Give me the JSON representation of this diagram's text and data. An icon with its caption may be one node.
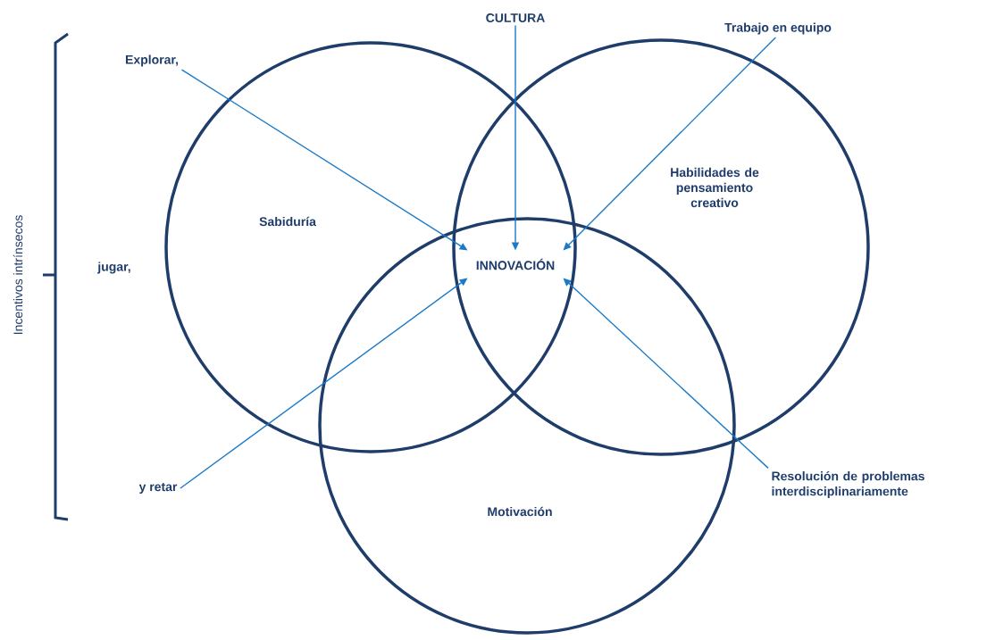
{
  "diagram": {
    "nodes": [
      {
        "text": [
          "CULTURA"
        ]
      },
      {
        "text": [
          "Trabajo en equipo"
        ]
      },
      {
        "text": [
          "Explorar,"
        ]
      },
      {
        "text": [
          "Sabiduría"
        ]
      },
      {
        "text": [
          "Habilidades de pensamiento creativo"
        ]
      },
      {
        "text": [
          "INNOVACIÓN"
        ]
      },
      {
        "text": [
          "y retar"
        ]
      },
      {
        "text": [
          "Resolución de problemas interdisciplinariamente"
        ]
      },
      {
        "text": [
          "Motivación"
        ]
      }
    ],
    "edges": [
      {
        "from": 2,
        "to": 5,
        "arrow": "to"
      },
      {
        "from": 0,
        "to": 5,
        "arrow": "to"
      },
      {
        "from": 1,
        "to": 5,
        "arrow": "to"
      },
      {
        "from": 6,
        "to": 5,
        "arrow": "to"
      },
      {
        "from": 7,
        "to": 5,
        "arrow": "to"
      }
    ],
    "labels": [
      "Incentivos intrínsecos",
      "jugar,"
    ]
  }
}
